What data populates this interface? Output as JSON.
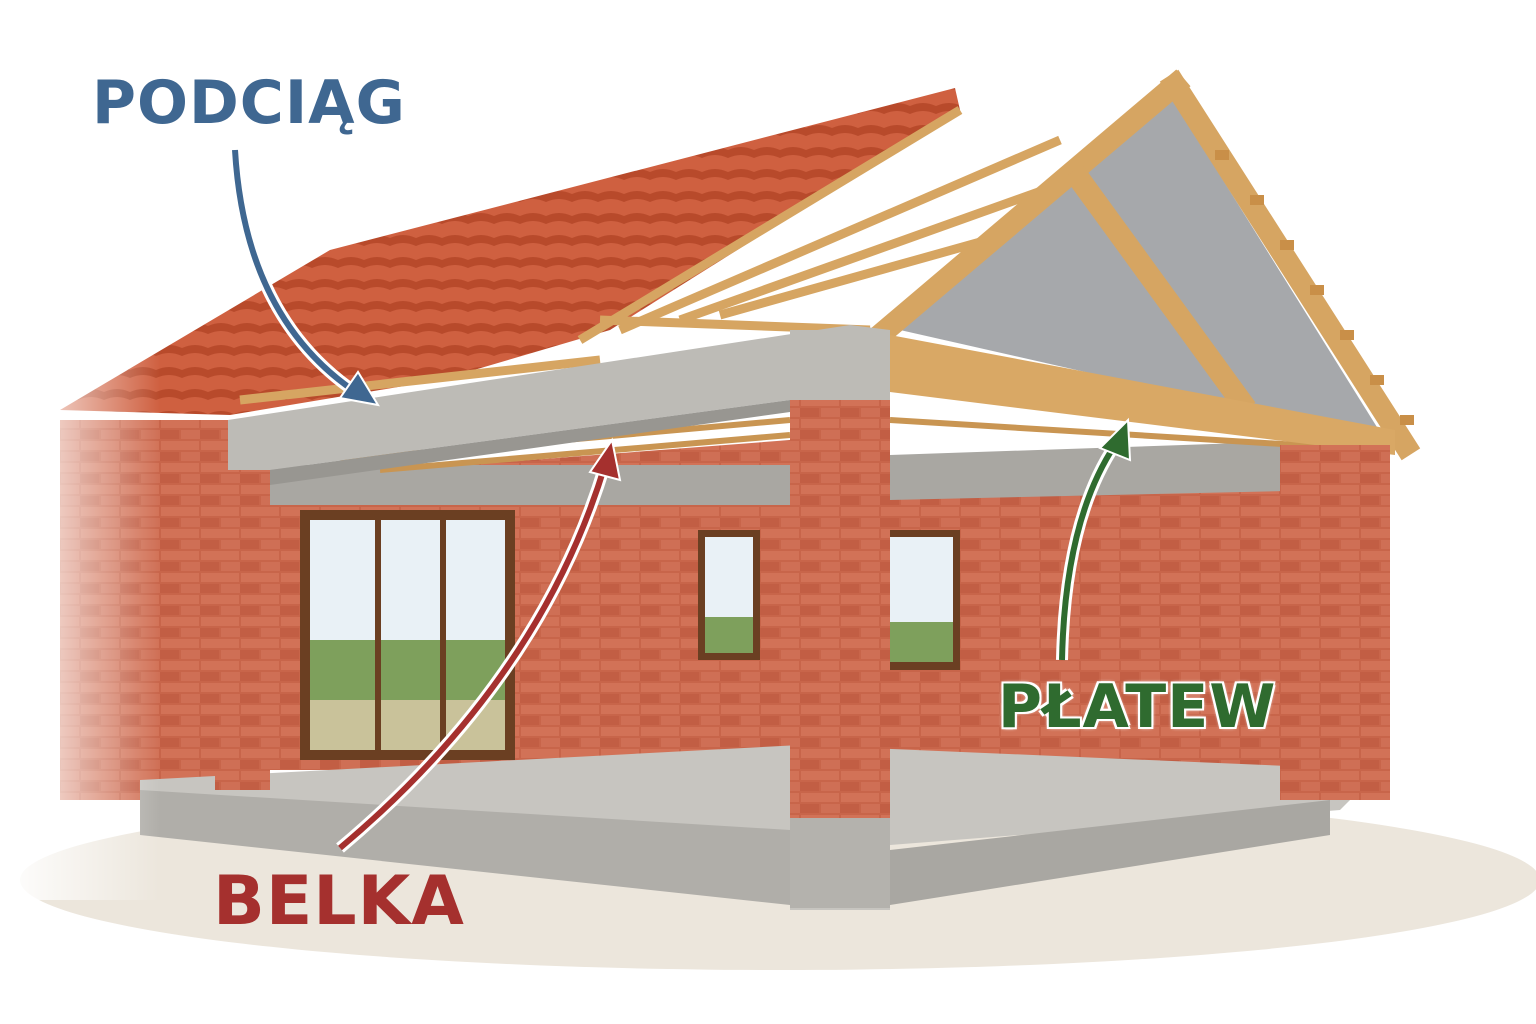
{
  "labels": {
    "podciag": "PODCIĄG",
    "belka": "BELKA",
    "platew": "PŁATEW"
  },
  "colors": {
    "podciag": "#3f6791",
    "belka": "#a5302e",
    "platew": "#2f6b2f",
    "brick": "#c8654a",
    "concrete": "#b9b7b2",
    "timber": "#d6a562",
    "roof_tile": "#c4532f"
  }
}
